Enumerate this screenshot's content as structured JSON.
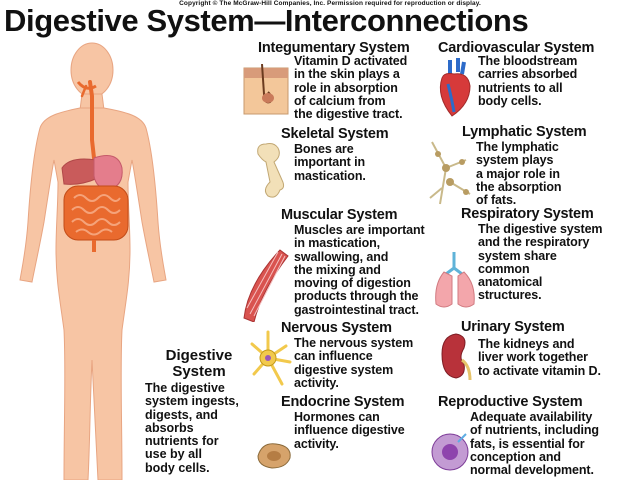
{
  "copyright": "Copyright © The McGraw-Hill Companies, Inc. Permission required for reproduction or display.",
  "title": "Digestive System—Interconnections",
  "digestive": {
    "heading": [
      "Digestive",
      "System"
    ],
    "text": [
      "The digestive",
      "system ingests,",
      "digests, and",
      "absorbs",
      "nutrients for",
      "use by all",
      "body cells."
    ]
  },
  "systems": {
    "integumentary": {
      "heading": "Integumentary System",
      "text": [
        "Vitamin D activated",
        "in the skin plays a",
        "role in absorption",
        "of calcium from",
        "the digestive tract."
      ],
      "icon": "skin-icon"
    },
    "cardiovascular": {
      "heading": "Cardiovascular System",
      "text": [
        "The bloodstream",
        "carries absorbed",
        "nutrients to all",
        "body cells."
      ],
      "icon": "heart-icon"
    },
    "skeletal": {
      "heading": "Skeletal System",
      "text": [
        "Bones are",
        "important in",
        "mastication."
      ],
      "icon": "bone-icon"
    },
    "lymphatic": {
      "heading": "Lymphatic System",
      "text": [
        "The lymphatic",
        "system plays",
        "a major role in",
        "the absorption",
        "of fats."
      ],
      "icon": "lymph-vessel-icon"
    },
    "muscular": {
      "heading": "Muscular System",
      "text": [
        "Muscles are important",
        "in mastication,",
        "swallowing, and",
        "the mixing and",
        "moving of digestion",
        "products through the",
        "gastrointestinal tract."
      ],
      "icon": "muscle-icon"
    },
    "respiratory": {
      "heading": "Respiratory System",
      "text": [
        "The digestive system",
        "and the respiratory",
        "system share",
        "common",
        "anatomical",
        "structures."
      ],
      "icon": "lungs-icon"
    },
    "nervous": {
      "heading": "Nervous System",
      "text": [
        "The nervous system",
        "can influence",
        "digestive system",
        "activity."
      ],
      "icon": "neuron-icon"
    },
    "urinary": {
      "heading": "Urinary System",
      "text": [
        "The kidneys and",
        "liver work together",
        "to activate vitamin D."
      ],
      "icon": "kidney-icon"
    },
    "endocrine": {
      "heading": "Endocrine System",
      "text": [
        "Hormones can",
        "influence digestive",
        "activity."
      ],
      "icon": "gland-icon"
    },
    "reproductive": {
      "heading": "Reproductive System",
      "text": [
        "Adequate availability",
        "of nutrients, including",
        "fats, is essential for",
        "conception and",
        "normal development."
      ],
      "icon": "ovum-icon"
    }
  },
  "colors": {
    "skin": "#f7c5a4",
    "skin_outline": "#e8a582",
    "tract": "#e96a2e",
    "organ": "#e47d8c"
  }
}
